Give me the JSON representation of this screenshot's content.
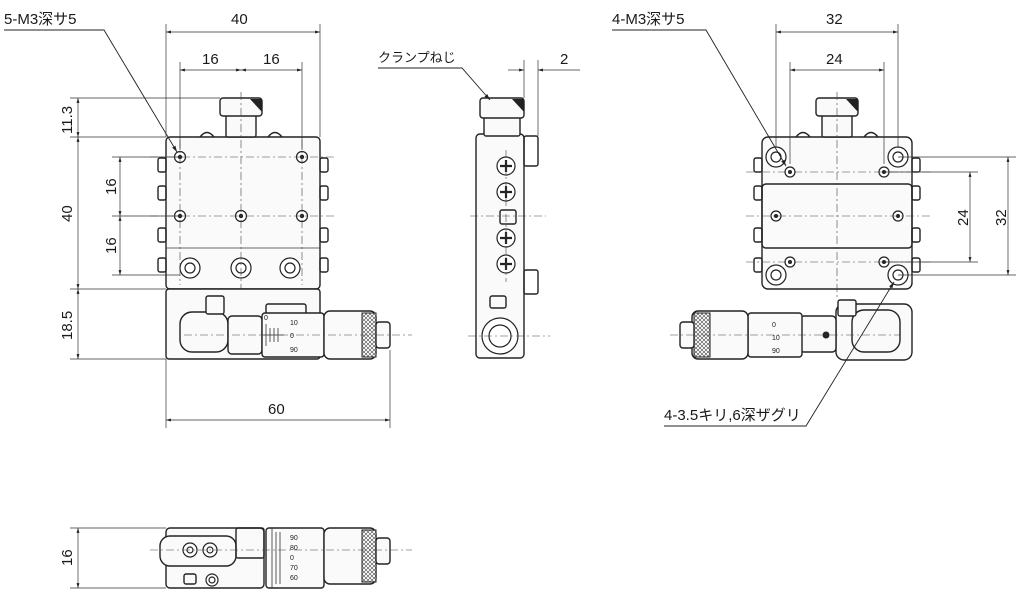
{
  "front_view": {
    "dim_top_width": "40",
    "dim_pitch_left": "16",
    "dim_pitch_right": "16",
    "dim_height_11_3": "11.3",
    "dim_height_40": "40",
    "dim_pitch_v_top": "16",
    "dim_pitch_v_bottom": "16",
    "dim_height_18_5": "18.5",
    "dim_overall_width": "60",
    "note_tapped_holes": "5-M3深サ5"
  },
  "side_view": {
    "note_clamp_screw": "クランプねじ",
    "dim_clamp_offset": "2"
  },
  "rear_view": {
    "note_tapped_holes": "4-M3深サ5",
    "dim_width_32": "32",
    "dim_pitch_24": "24",
    "dim_height_24": "24",
    "dim_height_32": "32",
    "note_counterbore": "4-3.5キリ,6深ザグリ"
  },
  "bottom_view": {
    "dim_thickness": "16"
  },
  "micrometer_scale": {
    "front": [
      "0",
      "10",
      "0",
      "90"
    ],
    "rear": [
      "0",
      "10",
      "90"
    ],
    "bottom": [
      "90",
      "80",
      "0",
      "70",
      "60"
    ]
  }
}
